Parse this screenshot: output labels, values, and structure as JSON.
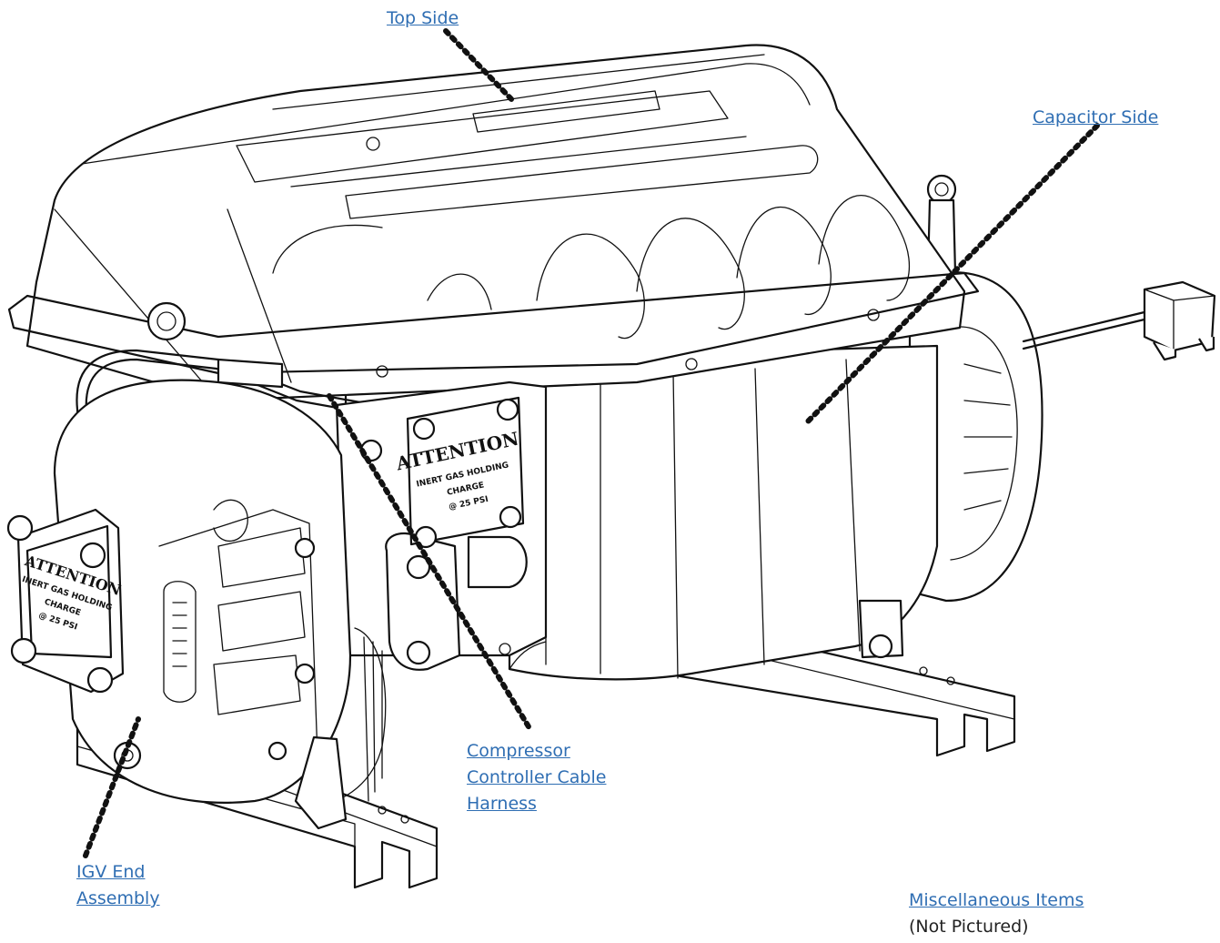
{
  "callouts": {
    "top_side": "Top Side",
    "capacitor_side": "Capacitor Side",
    "compressor_line1": "Compressor ",
    "compressor_line2": "Controller Cable ",
    "compressor_line3": "Harness",
    "igv_line1": "IGV End ",
    "igv_line2": "Assembly",
    "misc": "Miscellaneous Items",
    "misc_note": "(Not Pictured)"
  },
  "plates": {
    "heading": "ATTENTION",
    "line1": "INERT GAS HOLDING",
    "line2": "CHARGE",
    "line3": "@ 25 PSI"
  },
  "colors": {
    "link": "#2f6eb3",
    "line": "#111111"
  }
}
